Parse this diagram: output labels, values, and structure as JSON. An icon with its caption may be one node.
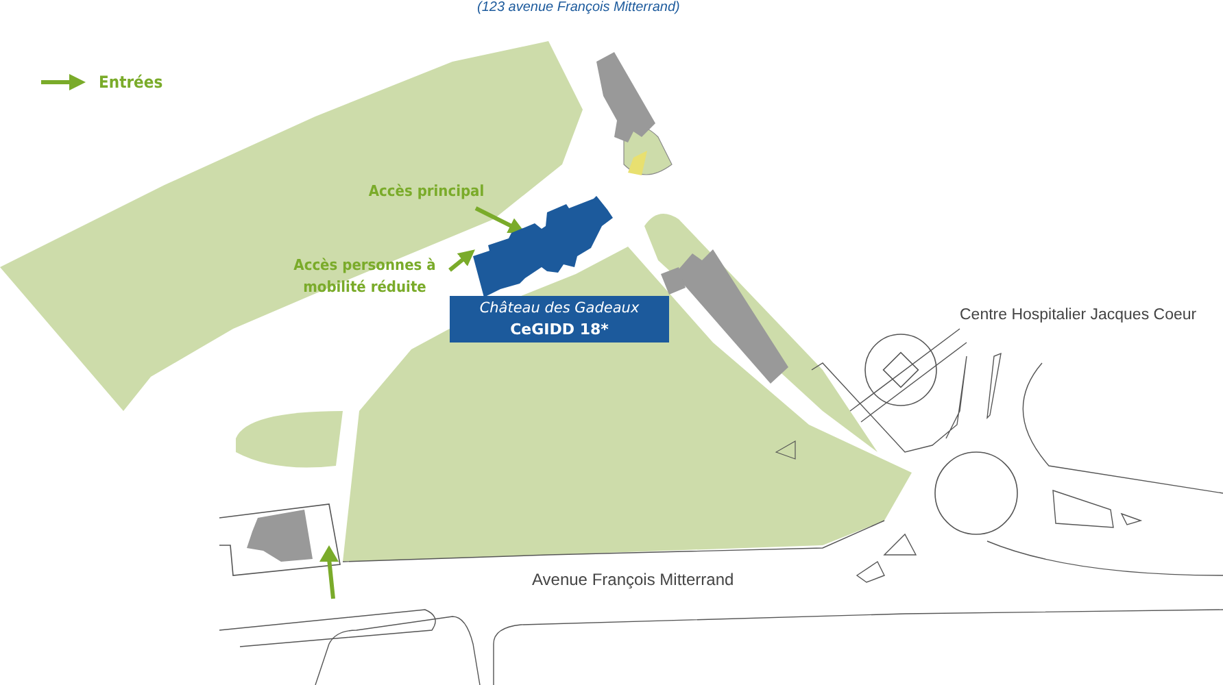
{
  "diagram": {
    "nodes": [
      {
        "text": [
          "Accès principal"
        ]
      },
      {
        "text": [
          "Accès personnes à mobilité réduite"
        ]
      },
      {
        "text": [],
        "shape": "picture"
      },
      {
        "text": [
          "Château des Gadeaux",
          "CeGIDD 18*"
        ]
      }
    ],
    "edges": [
      {
        "from": 0,
        "to": 2,
        "arrow": "to"
      },
      {
        "from": 1,
        "to": 2,
        "arrow": "to"
      }
    ],
    "labels": [
      "(123 avenue François Mitterrand)",
      "Centre Hospitalier Jacques Coeur",
      "Avenue François Mitterrand"
    ],
    "legend": [
      {
        "text": "Entrées"
      }
    ]
  }
}
